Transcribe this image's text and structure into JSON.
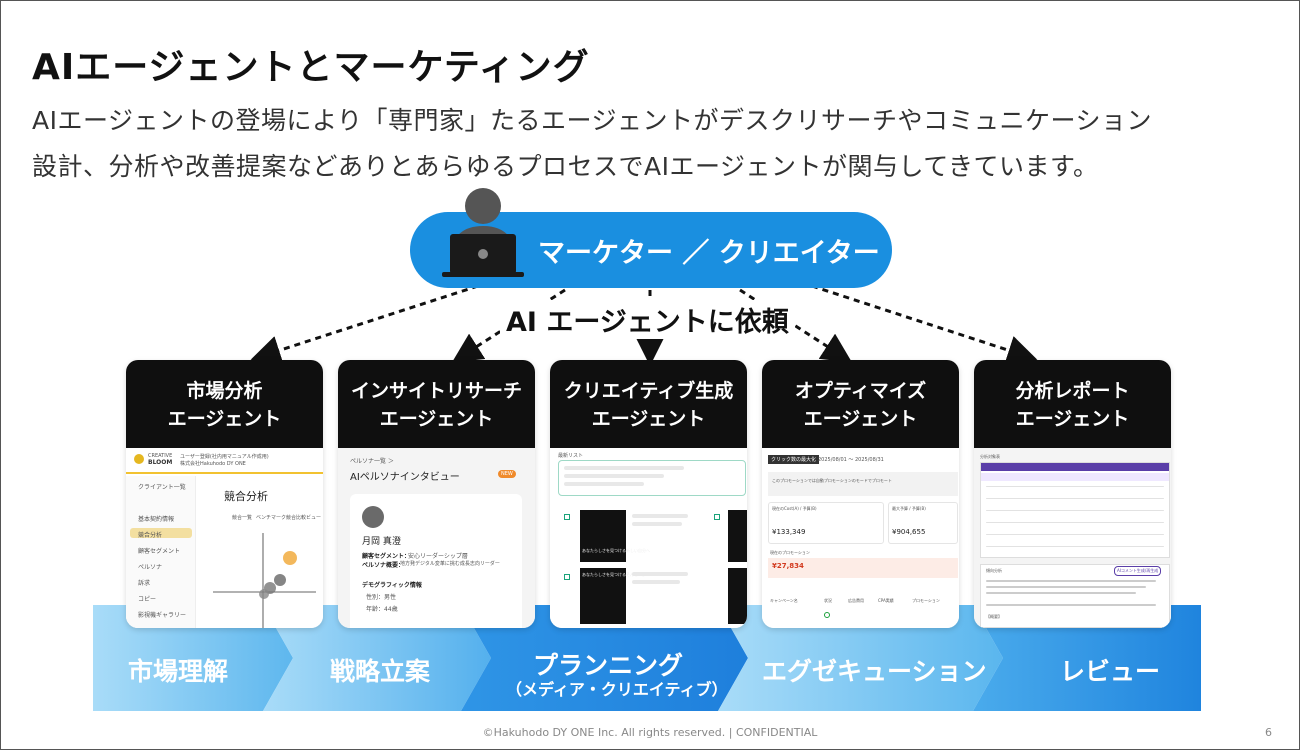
{
  "slide": {
    "title": "AIエージェントとマーケティング",
    "subtitle_line1": "AIエージェントの登場により「専門家」たるエージェントがデスクリサーチやコミュニケーション",
    "subtitle_line2": "設計、分析や改善提案などありとあらゆるプロセスでAIエージェントが関与してきています。"
  },
  "marketer": {
    "label": "マーケター ／ クリエイター"
  },
  "request_label": "AI エージェントに依頼",
  "agents": [
    {
      "line1": "市場分析",
      "line2": "エージェント",
      "screen": {
        "logo_line1": "CREATIVE",
        "logo_line2": "BLOOM",
        "header_text": "ユーザー登録(社内用マニュアル作成用)",
        "company": "株式会社Hakuhodo DY ONE",
        "nav": [
          "クライアント一覧",
          "基本契約情報",
          "競合分析",
          "顧客セグメント",
          "ペルソナ",
          "訴求",
          "コピー",
          "影視機ギャラリー"
        ],
        "heading": "競合分析",
        "tabs": [
          "競合一覧",
          "ベンチマーク競合比較ビュー"
        ]
      }
    },
    {
      "line1": "インサイトリサーチ",
      "line2": "エージェント",
      "screen": {
        "breadcrumb": "ペルソナ一覧 ＞",
        "heading": "AIペルソナインタビュー",
        "badge": "NEW",
        "name": "月岡 真澄",
        "segment_label": "顧客セグメント：",
        "segment_value": "安心リーダーシップ層",
        "summary_label": "ペルソナ概要：",
        "summary_value": "地方発デジタル変革に挑む成長志向リーダー",
        "demo_heading": "デモグラフィック情報",
        "demo": [
          "性別：男性",
          "年齢：44歳"
        ]
      }
    },
    {
      "line1": "クリエイティブ生成",
      "line2": "エージェント",
      "screen": {
        "list_label": "最新リスト",
        "poster_text": "あなたらしさを見つける新しい自分へ",
        "poster_text_2": "あなたらしさを見つけるそんな一歩"
      }
    },
    {
      "line1": "オプティマイズ",
      "line2": "エージェント",
      "screen": {
        "tag": "クリック数の最大化",
        "period": "2025/08/01 〜 2025/08/31",
        "message": "このプロモーションでは自動プロモーションのモードでプロモート",
        "label_a": "現在のCost(A) / 予算(B)",
        "value_a": "¥133,349",
        "label_b": "最大予算 / 予算(B)",
        "value_b": "¥904,655",
        "promo_label": "現在のプロモーション",
        "promo_value": "¥27,834",
        "cols": [
          "キャンペーン名",
          "状況",
          "広告費用",
          "CPA実績",
          "プロモーション"
        ]
      }
    },
    {
      "line1": "分析レポート",
      "line2": "エージェント",
      "screen": {
        "heading": "分析対象表",
        "button": "AIコメント生成/再生成",
        "analysis_label": "傾向分析",
        "notes": "【概要】"
      }
    }
  ],
  "stages": [
    {
      "label": "市場理解"
    },
    {
      "label": "戦略立案"
    },
    {
      "label": "プランニング",
      "sub": "（メディア・クリエイティブ）"
    },
    {
      "label": "エグゼキューション"
    },
    {
      "label": "レビュー"
    }
  ],
  "colors": {
    "marketer_blue": "#1a8fe0",
    "agent_header": "#0f0f0f",
    "stage_light": "#8fd1f5",
    "stage_dark": "#1d86e0"
  },
  "footer": {
    "copyright": "©Hakuhodo DY ONE Inc. All rights reserved. | CONFIDENTIAL",
    "page": "6"
  }
}
